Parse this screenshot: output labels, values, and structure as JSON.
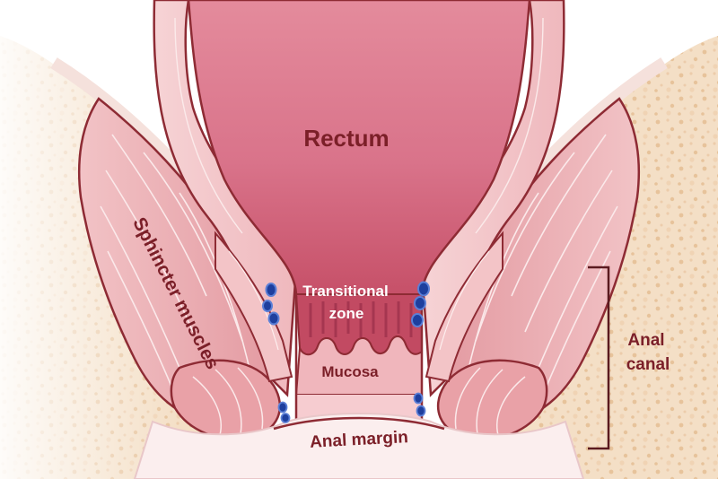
{
  "labels": {
    "rectum": "Rectum",
    "sphincter_muscles": "Sphincter muscles",
    "transitional_zone_line1": "Transitional",
    "transitional_zone_line2": "zone",
    "mucosa": "Mucosa",
    "anal_margin": "Anal margin",
    "anal_canal_line1": "Anal",
    "anal_canal_line2": "canal"
  },
  "colors": {
    "fat_tissue": "#f3dcc0",
    "fat_spots": "#e9c59b",
    "muscle": "#e8a3a8",
    "muscle_light": "#f3c9cb",
    "muscle_stroke": "#f7e4e4",
    "rectum_fill": "#dc8193",
    "rectum_dark": "#c7566e",
    "mucosa_fill": "#f2c2c6",
    "wall": "#f7d9da",
    "outline": "#8e2b34",
    "label_dark": "#7b1f28",
    "label_light": "#ffffff",
    "vessel": "#1e3f9e",
    "vessel_light": "#5b7fd6",
    "bracket": "#5a1a1f"
  }
}
